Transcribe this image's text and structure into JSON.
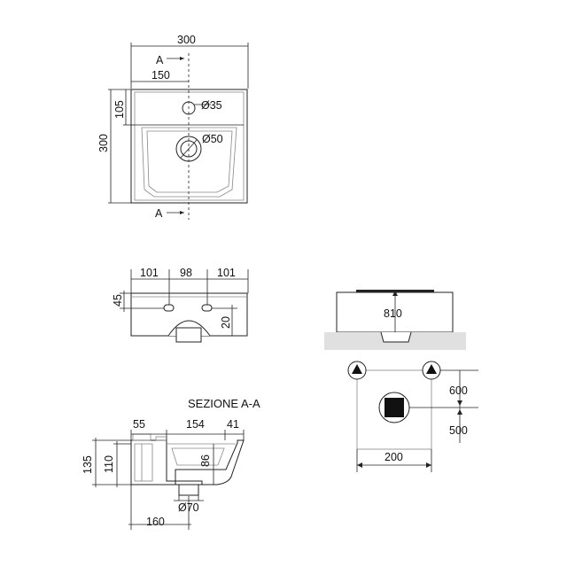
{
  "top_view": {
    "width": "300",
    "half_width": "150",
    "height": "300",
    "back_depth": "105",
    "tap_hole": "Ø35",
    "drain": "Ø50",
    "section_mark_top": "A",
    "section_mark_bottom": "A"
  },
  "front_view": {
    "left": "101",
    "middle": "98",
    "right": "101",
    "height": "45",
    "overflow": "20"
  },
  "section_view": {
    "title": "SEZIONE A-A",
    "back": "55",
    "bowl": "154",
    "front": "41",
    "total_height": "135",
    "rim_height": "110",
    "bowl_depth": "86",
    "waste": "Ø70",
    "depth": "160"
  },
  "install_view": {
    "mount_height": "810",
    "supply_height": "600",
    "waste_height": "500",
    "fixing_spacing": "200"
  }
}
